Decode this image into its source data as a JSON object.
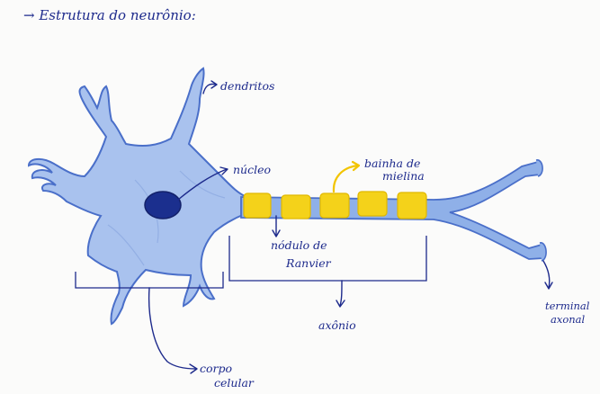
{
  "title": "→ Estrutura do neurônio:",
  "labels": {
    "dendritos": "dendritos",
    "nucleo": "núcleo",
    "bainha_line1": "bainha de",
    "bainha_line2": "mielina",
    "nodulo_line1": "nódulo de",
    "nodulo_line2": "Ranvier",
    "axonio": "axônio",
    "terminal_line1": "terminal",
    "terminal_line2": "axonal",
    "corpo_line1": "corpo",
    "corpo_line2": "celular"
  },
  "colors": {
    "ink": "#1d2a8c",
    "cell_fill": "#a9c2ee",
    "cell_edge": "#4a6fc9",
    "nucleus": "#1b2f8e",
    "myelin": "#f4d21a",
    "myelin_edge": "#e0b800",
    "axon": "#8fb0e8"
  }
}
